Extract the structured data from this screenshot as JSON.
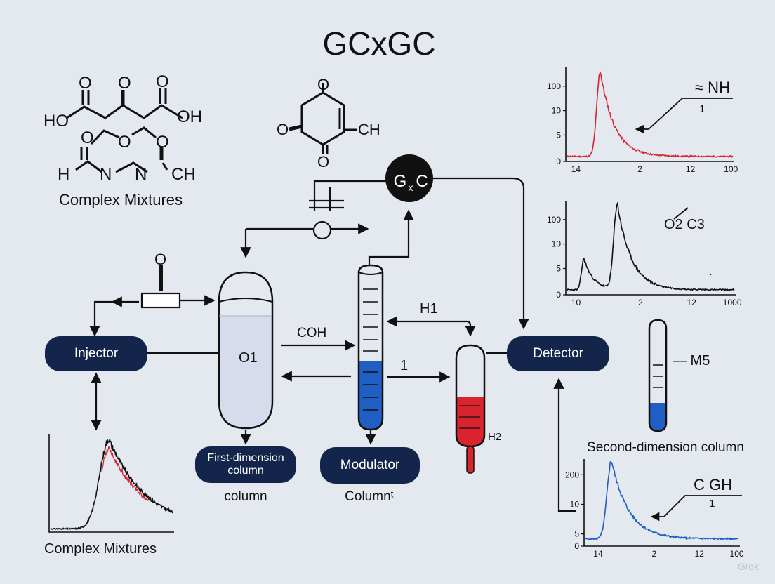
{
  "title": "GCxGC",
  "colors": {
    "background": "#e4e8ef",
    "pill": "#13254a",
    "red": "#d9232e",
    "blue": "#1f5fc4",
    "black": "#111111"
  },
  "molecules": {
    "acid": {
      "o_top_left": "O",
      "o_top_mid": "O",
      "o_top_right": "O",
      "ho": "HO",
      "oh": "OH",
      "o_ring": "O",
      "h": "H",
      "n1": "N",
      "n2": "N",
      "ch": "CH"
    },
    "quinone": {
      "o_top": "O",
      "o_left": "O",
      "ch": "CH",
      "o_bottom": "O"
    },
    "inlet_o": "O"
  },
  "labels": {
    "complex_top": "Complex Mixtures",
    "complex_bottom": "Complex Mixtures",
    "gxc_g": "G",
    "gxc_x": "x",
    "gxc_c": "C",
    "coh": "COH",
    "o1": "O1",
    "arrow_1": "1",
    "h1": "H1",
    "h2": "H2",
    "column_under_first": "column",
    "column_under_mod": "Columnᵗ",
    "m5": "— M5",
    "second_dim": "Second-dimension column",
    "watermark": "Grok"
  },
  "pills": {
    "injector": "Injector",
    "first_dim_line1": "First-dimension",
    "first_dim_line2": "column",
    "modulator": "Modulator",
    "detector": "Detector"
  },
  "chart_data": [
    {
      "type": "line",
      "name": "top-right",
      "color": "#d9232e",
      "y_ticks": [
        "100",
        "10",
        "5",
        "0"
      ],
      "x_ticks": [
        "14",
        "2",
        "12",
        "100"
      ],
      "annotation": "≈ NH",
      "annotation_sub": "1",
      "peaks": [
        {
          "pos": 0.2,
          "height": 0.95,
          "width": 0.03
        }
      ],
      "tail_level": 0.04
    },
    {
      "type": "line",
      "name": "middle-right",
      "color": "#111111",
      "y_ticks": [
        "100",
        "10",
        "5",
        "0"
      ],
      "x_ticks": [
        "10",
        "2",
        "12",
        "1000"
      ],
      "annotation": "O2 C3",
      "peaks": [
        {
          "pos": 0.1,
          "height": 0.35,
          "width": 0.02
        },
        {
          "pos": 0.3,
          "height": 0.95,
          "width": 0.03
        }
      ],
      "tail_level": 0.04
    },
    {
      "type": "line",
      "name": "bottom-right",
      "color": "#1f5fc4",
      "y_ticks": [
        "200",
        "10",
        "5",
        "0"
      ],
      "x_ticks": [
        "14",
        "2",
        "12",
        "100"
      ],
      "annotation": "C  GH",
      "annotation_sub": "1",
      "peaks": [
        {
          "pos": 0.17,
          "height": 0.95,
          "width": 0.04
        }
      ],
      "tail_level": 0.07
    },
    {
      "type": "line",
      "name": "bottom-left",
      "color": "#111111",
      "overlay_color": "#d9232e",
      "peaks": [
        {
          "pos": 0.48,
          "height": 0.95,
          "width": 0.11
        }
      ],
      "tail_level": 0.02
    }
  ]
}
